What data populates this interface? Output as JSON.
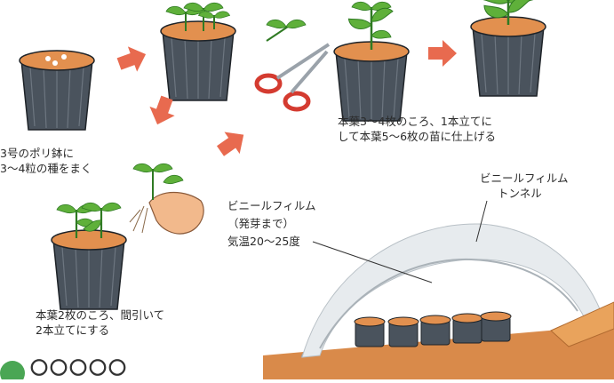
{
  "captions": {
    "sow": [
      "3号のポリ鉢に",
      "3〜4粒の種をまく"
    ],
    "thin": [
      "本葉2枚のころ、間引いて",
      "2本立てにする"
    ],
    "single": [
      "本葉3〜4枚のころ、1本立てに",
      "して本葉5〜6枚の苗に仕上げる"
    ],
    "film_label": [
      "ビニールフィルム",
      "（発芽まで）",
      "気温20〜25度"
    ],
    "tunnel_label": [
      "ビニールフィルム",
      "トンネル"
    ]
  },
  "bottom_heading_partial": "〇〇〇〇〇",
  "colors": {
    "arrow": "#e86a4f",
    "soil": "#e2904f",
    "pot": "#3f4852",
    "leaf": "#5fb03a",
    "leaf_dark": "#2f7a23",
    "film": "#e7ebee",
    "ground": "#d98a4a",
    "badge": "#4aa654"
  }
}
